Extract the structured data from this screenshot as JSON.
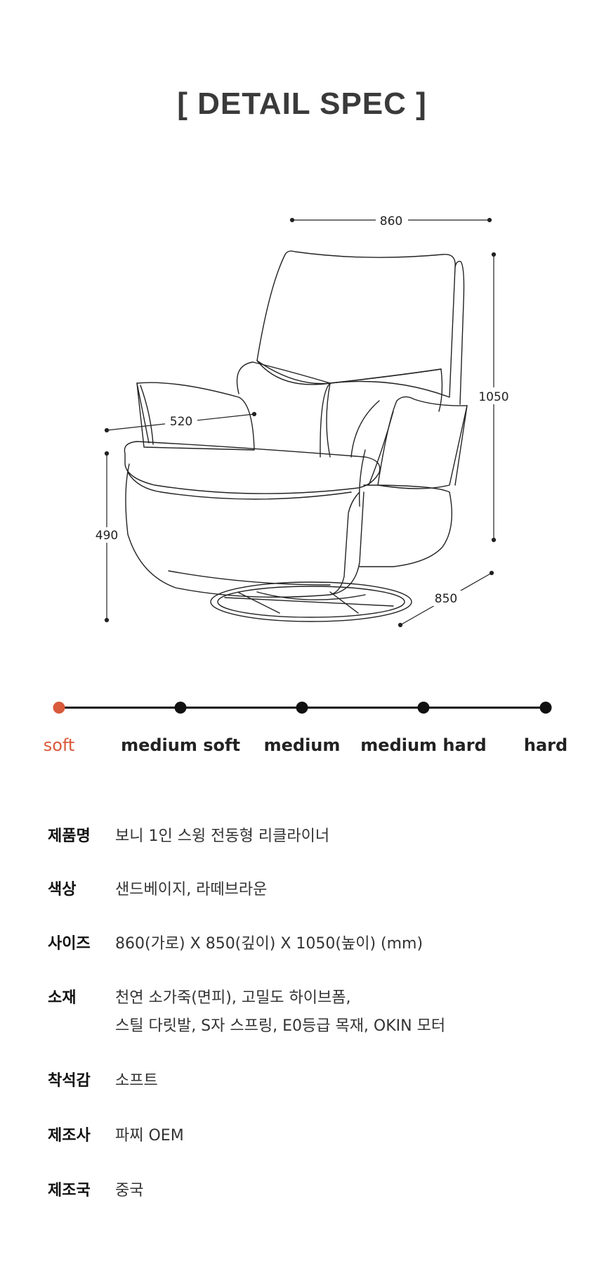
{
  "title": "[  DETAIL SPEC  ]",
  "dimensions": {
    "width": "860",
    "height": "1050",
    "arm": "520",
    "seat": "490",
    "depth": "850"
  },
  "firmness": {
    "levels": [
      "soft",
      "medium soft",
      "medium",
      "medium hard",
      "hard"
    ],
    "selected_index": 0,
    "colors": {
      "active": "#d9593b",
      "inactive": "#111111"
    }
  },
  "specs": [
    {
      "key": "제품명",
      "lines": [
        "보니 1인 스윙 전동형 리클라이너"
      ]
    },
    {
      "key": "색상",
      "lines": [
        "샌드베이지, 라떼브라운"
      ]
    },
    {
      "key": "사이즈",
      "lines": [
        "860(가로) X 850(깊이) X 1050(높이) (mm)"
      ]
    },
    {
      "key": "소재",
      "lines": [
        "천연 소가죽(면피), 고밀도 하이브폼,",
        "스틸 다릿발, S자 스프링, E0등급 목재, OKIN 모터"
      ]
    },
    {
      "key": "착석감",
      "lines": [
        "소프트"
      ]
    },
    {
      "key": "제조사",
      "lines": [
        "파찌 OEM"
      ]
    },
    {
      "key": "제조국",
      "lines": [
        "중국"
      ]
    }
  ]
}
